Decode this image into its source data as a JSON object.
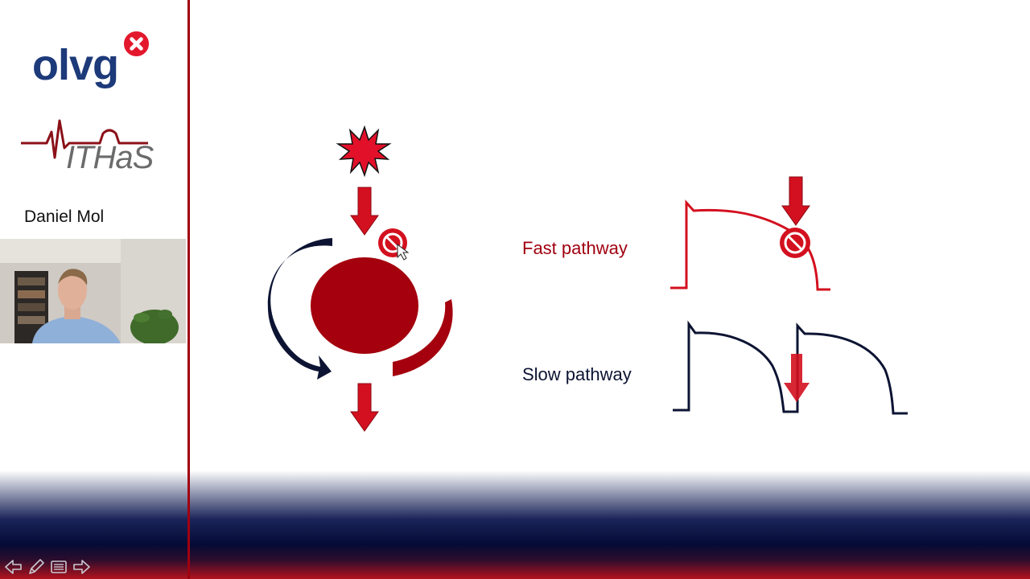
{
  "sidebar": {
    "logo_text": "olvg",
    "ithas_text": "ITHaS",
    "speaker_name": "Daniel Mol"
  },
  "slide": {
    "fast_pathway_label": "Fast pathway",
    "slow_pathway_label": "Slow pathway"
  },
  "colors": {
    "accent_red": "#c8101e",
    "dark_red": "#a00010",
    "navy": "#0d1433",
    "olvg_blue": "#1d3a7a"
  },
  "controls": {
    "icons": [
      "arrow-left-icon",
      "pen-icon",
      "menu-icon",
      "arrow-right-icon"
    ]
  }
}
